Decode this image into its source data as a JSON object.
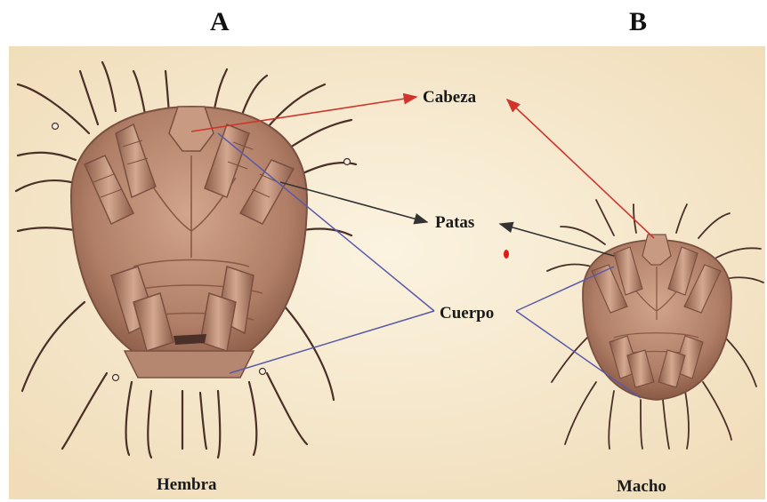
{
  "panels": {
    "a_letter": "A",
    "b_letter": "B"
  },
  "labels": {
    "head": "Cabeza",
    "legs": "Patas",
    "body": "Cuerpo",
    "female": "Hembra",
    "male": "Macho"
  },
  "colors": {
    "background": "#f6ead2",
    "mite_body": "#b08068",
    "mite_shadow": "#7a5040",
    "leg_bristle": "#4a3028",
    "head_arrow": "#d0342c",
    "leg_arrow": "#333333",
    "body_line": "#5a5aa8",
    "dot": "#e01818"
  }
}
